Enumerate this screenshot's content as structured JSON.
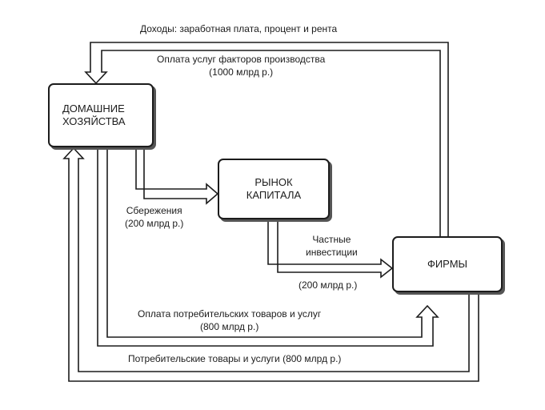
{
  "nodes": {
    "households": {
      "line1": "ДОМАШНИЕ",
      "line2": "ХОЗЯЙСТВА"
    },
    "capital_market": {
      "line1": "РЫНОК",
      "line2": "КАПИТАЛА"
    },
    "firms": {
      "label": "ФИРМЫ"
    }
  },
  "labels": {
    "income": "Доходы: заработная плата, процент и рента",
    "factor_payment": "Оплата услуг факторов производства",
    "factor_payment_amount": "(1000 млрд р.)",
    "savings": "Сбережения",
    "savings_amount": "(200 млрд р.)",
    "private_investment_line1": "Частные",
    "private_investment_line2": "инвестиции",
    "private_investment_amount": "(200 млрд р.)",
    "consumer_payment": "Оплата потребительских товаров и услуг",
    "consumer_payment_amount": "(800 млрд р.)",
    "consumer_goods": "Потребительские товары и услуги (800 млрд р.)"
  }
}
